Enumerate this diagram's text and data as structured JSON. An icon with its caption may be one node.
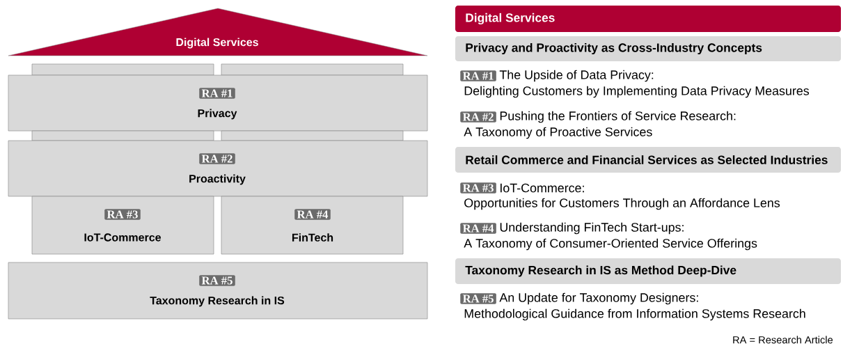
{
  "diagram": {
    "nodes": [
      {
        "text": [
          "Digital Services"
        ]
      },
      {
        "text": [],
        "shape": "box"
      },
      {
        "text": [],
        "shape": "box"
      },
      {
        "text": [
          "Privacy"
        ]
      },
      {
        "text": [
          "RA #1"
        ],
        "in": 3
      },
      {
        "text": [],
        "shape": "box"
      },
      {
        "text": [],
        "shape": "box"
      },
      {
        "text": [
          "Proactivity"
        ]
      },
      {
        "text": [
          "RA #2"
        ],
        "in": 7
      },
      {
        "text": [
          "IoT-Commerce"
        ]
      },
      {
        "text": [
          "RA #3"
        ],
        "in": 9
      },
      {
        "text": [
          "FinTech"
        ]
      },
      {
        "text": [
          "RA #4"
        ],
        "in": 11
      },
      {
        "text": [
          "Taxonomy Research in IS"
        ]
      },
      {
        "text": [
          "RA #5"
        ],
        "in": 13
      },
      {
        "text": [
          "Digital Services"
        ]
      },
      {
        "text": [
          "Privacy and Proactivity as Cross-Industry Concepts"
        ]
      },
      {
        "text": [
          "RA #1"
        ],
        "beside": [
          "The Upside of Data Privacy:",
          "Delighting Customers by Implementing Data Privacy Measures"
        ]
      },
      {
        "text": [
          "RA #2"
        ],
        "beside": [
          "Pushing the Frontiers of Service Research:",
          "A Taxonomy of Proactive Services"
        ]
      },
      {
        "text": [
          "Retail Commerce and Financial Services as Selected Industries"
        ]
      },
      {
        "text": [
          "RA #3"
        ],
        "beside": [
          "IoT-Commerce:",
          "Opportunities for Customers Through an Affordance Lens"
        ]
      },
      {
        "text": [
          "RA #4"
        ],
        "beside": [
          "Understanding FinTech Start-ups:",
          "A Taxonomy of Consumer-Oriented Service Offerings"
        ]
      },
      {
        "text": [
          "Taxonomy Research in IS as Method Deep-Dive"
        ]
      },
      {
        "text": [
          "RA #5"
        ],
        "beside": [
          "An Update for Taxonomy Designers:",
          "Methodological Guidance from Information Systems Research"
        ]
      }
    ],
    "labels": [
      "RA = Research Article"
    ]
  }
}
